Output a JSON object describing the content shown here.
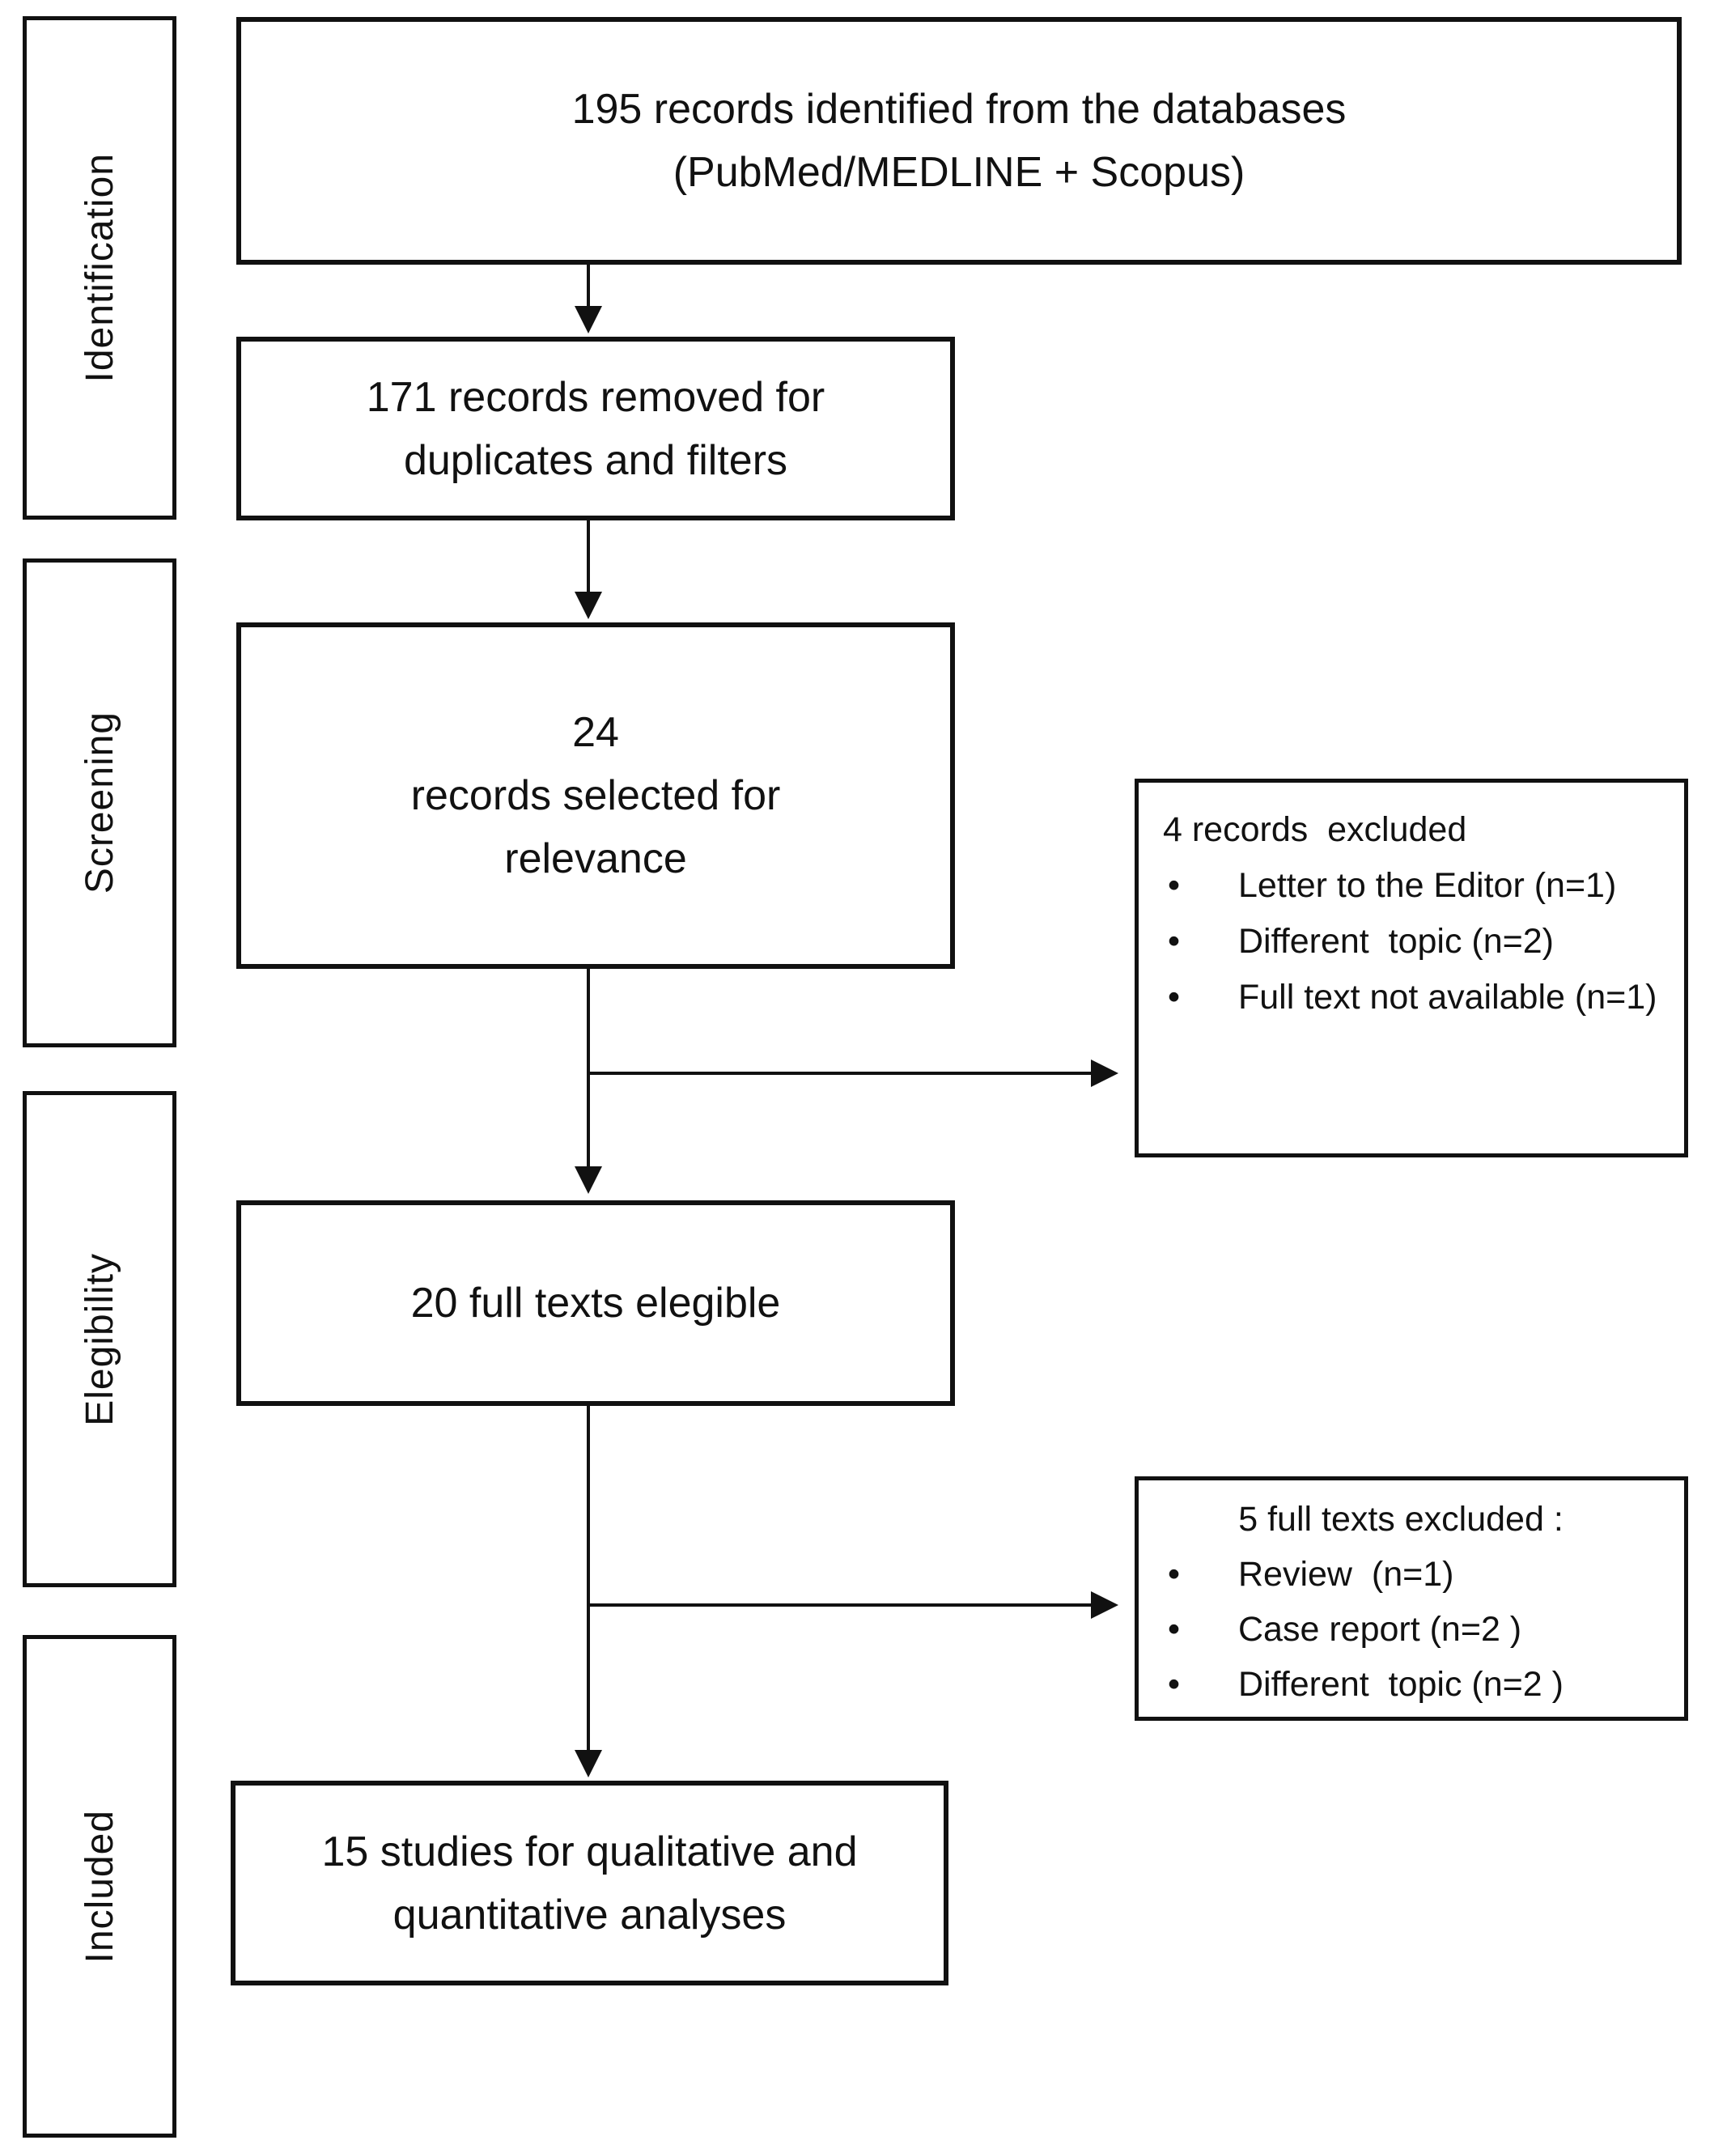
{
  "stages": [
    {
      "label": "Identification"
    },
    {
      "label": "Screening"
    },
    {
      "label": "Elegibility"
    },
    {
      "label": "Included"
    }
  ],
  "flow_boxes": [
    {
      "lines": [
        "195 records identified from the databases",
        "(PubMed/MEDLINE + Scopus)"
      ]
    },
    {
      "lines": [
        "171 records removed for",
        "duplicates and filters"
      ]
    },
    {
      "lines": [
        "24",
        "records selected for",
        "relevance"
      ]
    },
    {
      "lines": [
        "20 full texts elegible"
      ]
    },
    {
      "lines": [
        "15 studies for qualitative and",
        "quantitative analyses"
      ]
    }
  ],
  "exclusion_boxes": [
    {
      "title": "4 records  excluded",
      "items": [
        "Letter to the Editor (n=1)",
        "Different  topic (n=2)",
        "Full text not available (n=1)"
      ]
    },
    {
      "title": "5 full texts excluded :",
      "items": [
        "Review  (n=1)",
        "Case report (n=2 )",
        "Different  topic (n=2 )"
      ]
    }
  ],
  "colors": {
    "ink": "#111111",
    "background": "#ffffff"
  }
}
